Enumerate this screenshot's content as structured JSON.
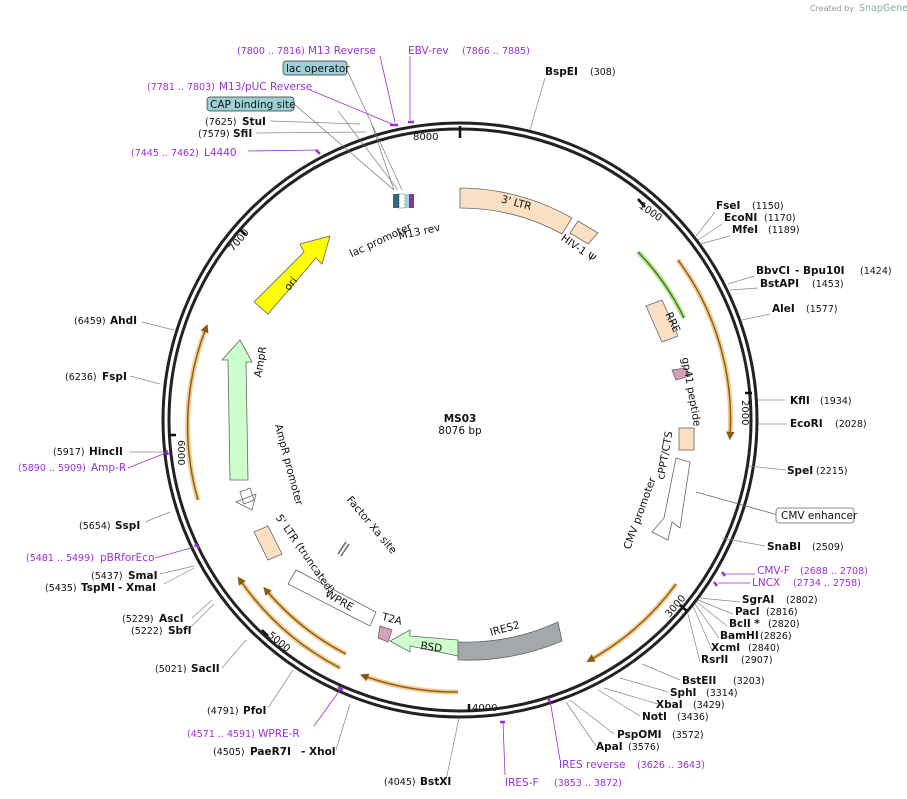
{
  "credit": {
    "prefix": "Created by",
    "brand": "SnapGene"
  },
  "plasmid": {
    "name": "MS03",
    "size": "8076 bp"
  },
  "ticks": [
    "1000",
    "2000",
    "3000",
    "4000",
    "5000",
    "6000",
    "7000",
    "8000"
  ],
  "features": {
    "ltr3": "3' LTR",
    "hiv_psi": "HIV-1 Ψ",
    "rre": "RRE",
    "gp41": "gp41 peptide",
    "cppt": "cPPT/CTS",
    "cmv_promoter": "CMV promoter",
    "cmv_enhancer": "CMV enhancer",
    "ires2": "IRES2",
    "bsd": "BSD",
    "t2a": "T2A",
    "wpre": "WPRE",
    "ltr5": "5' LTR (truncated)",
    "factor_xa": "Factor Xa site",
    "ampr_promoter": "AmpR promoter",
    "ampr": "AmpR",
    "ori": "ori",
    "lac_promoter": "lac promoter",
    "m13rev": "M13 rev",
    "lac_operator": "lac operator",
    "cap_site": "CAP binding site"
  },
  "enzymes": [
    {
      "name": "BspEI",
      "coord": "(308)"
    },
    {
      "name": "FseI",
      "coord": "(1150)"
    },
    {
      "name": "EcoNI",
      "coord": "(1170)"
    },
    {
      "name": "MfeI",
      "coord": "(1189)"
    },
    {
      "name": "BbvCI",
      "coord": "(1424)"
    },
    {
      "name": "- Bpu10I",
      "coord": ""
    },
    {
      "name": "BstAPI",
      "coord": "(1453)"
    },
    {
      "name": "AleI",
      "coord": "(1577)"
    },
    {
      "name": "KflI",
      "coord": "(1934)"
    },
    {
      "name": "EcoRI",
      "coord": "(2028)"
    },
    {
      "name": "SpeI",
      "coord": "(2215)"
    },
    {
      "name": "SnaBI",
      "coord": "(2509)"
    },
    {
      "name": "SgrAI",
      "coord": "(2802)"
    },
    {
      "name": "PacI",
      "coord": "(2816)"
    },
    {
      "name": "BclI *",
      "coord": "(2820)"
    },
    {
      "name": "BamHI",
      "coord": "(2826)"
    },
    {
      "name": "XcmI",
      "coord": "(2840)"
    },
    {
      "name": "RsrII",
      "coord": "(2907)"
    },
    {
      "name": "BstEII",
      "coord": "(3203)"
    },
    {
      "name": "SphI",
      "coord": "(3314)"
    },
    {
      "name": "XbaI",
      "coord": "(3429)"
    },
    {
      "name": "NotI",
      "coord": "(3436)"
    },
    {
      "name": "PspOMI",
      "coord": "(3572)"
    },
    {
      "name": "ApaI",
      "coord": "(3576)"
    },
    {
      "name": "BstXI",
      "coord": "(4045)"
    },
    {
      "name": "PaeR7I",
      "coord": "(4505)"
    },
    {
      "name": "- XhoI",
      "coord": ""
    },
    {
      "name": "PfoI",
      "coord": "(4791)"
    },
    {
      "name": "SacII",
      "coord": "(5021)"
    },
    {
      "name": "SbfI",
      "coord": "(5222)"
    },
    {
      "name": "AscI",
      "coord": "(5229)"
    },
    {
      "name": "TspMI",
      "coord": "(5435)"
    },
    {
      "name": "- XmaI",
      "coord": ""
    },
    {
      "name": "SmaI",
      "coord": "(5437)"
    },
    {
      "name": "SspI",
      "coord": "(5654)"
    },
    {
      "name": "HincII",
      "coord": "(5917)"
    },
    {
      "name": "FspI",
      "coord": "(6236)"
    },
    {
      "name": "AhdI",
      "coord": "(6459)"
    },
    {
      "name": "SfiI",
      "coord": "(7579)"
    },
    {
      "name": "StuI",
      "coord": "(7625)"
    }
  ],
  "primers": [
    {
      "name": "M13 Reverse",
      "coord": "(7800 .. 7816)"
    },
    {
      "name": "EBV-rev",
      "coord": "(7866 .. 7885)"
    },
    {
      "name": "M13/pUC Reverse",
      "coord": "(7781 .. 7803)"
    },
    {
      "name": "L4440",
      "coord": "(7445 .. 7462)"
    },
    {
      "name": "CMV-F",
      "coord": "(2688 .. 2708)"
    },
    {
      "name": "LNCX",
      "coord": "(2734 .. 2758)"
    },
    {
      "name": "IRES reverse",
      "coord": "(3626 .. 3643)"
    },
    {
      "name": "IRES-F",
      "coord": "(3853 .. 3872)"
    },
    {
      "name": "WPRE-R",
      "coord": "(4571 .. 4591)"
    },
    {
      "name": "pBRforEco",
      "coord": "(5481 .. 5499)"
    },
    {
      "name": "Amp-R",
      "coord": "(5890 .. 5909)"
    }
  ],
  "colors": {
    "ltr": "#fce0c4",
    "ori": "#ffff00",
    "ampr": "#ccffcc",
    "bsd": "#ccffcc",
    "ires": "#a3a8ab",
    "gp41": "#d4a0b8",
    "orange_arrow": "#e8a23a",
    "green_arrow": "#58a21c",
    "primer": "#9b2fd6",
    "box": "#9fd0d8"
  }
}
